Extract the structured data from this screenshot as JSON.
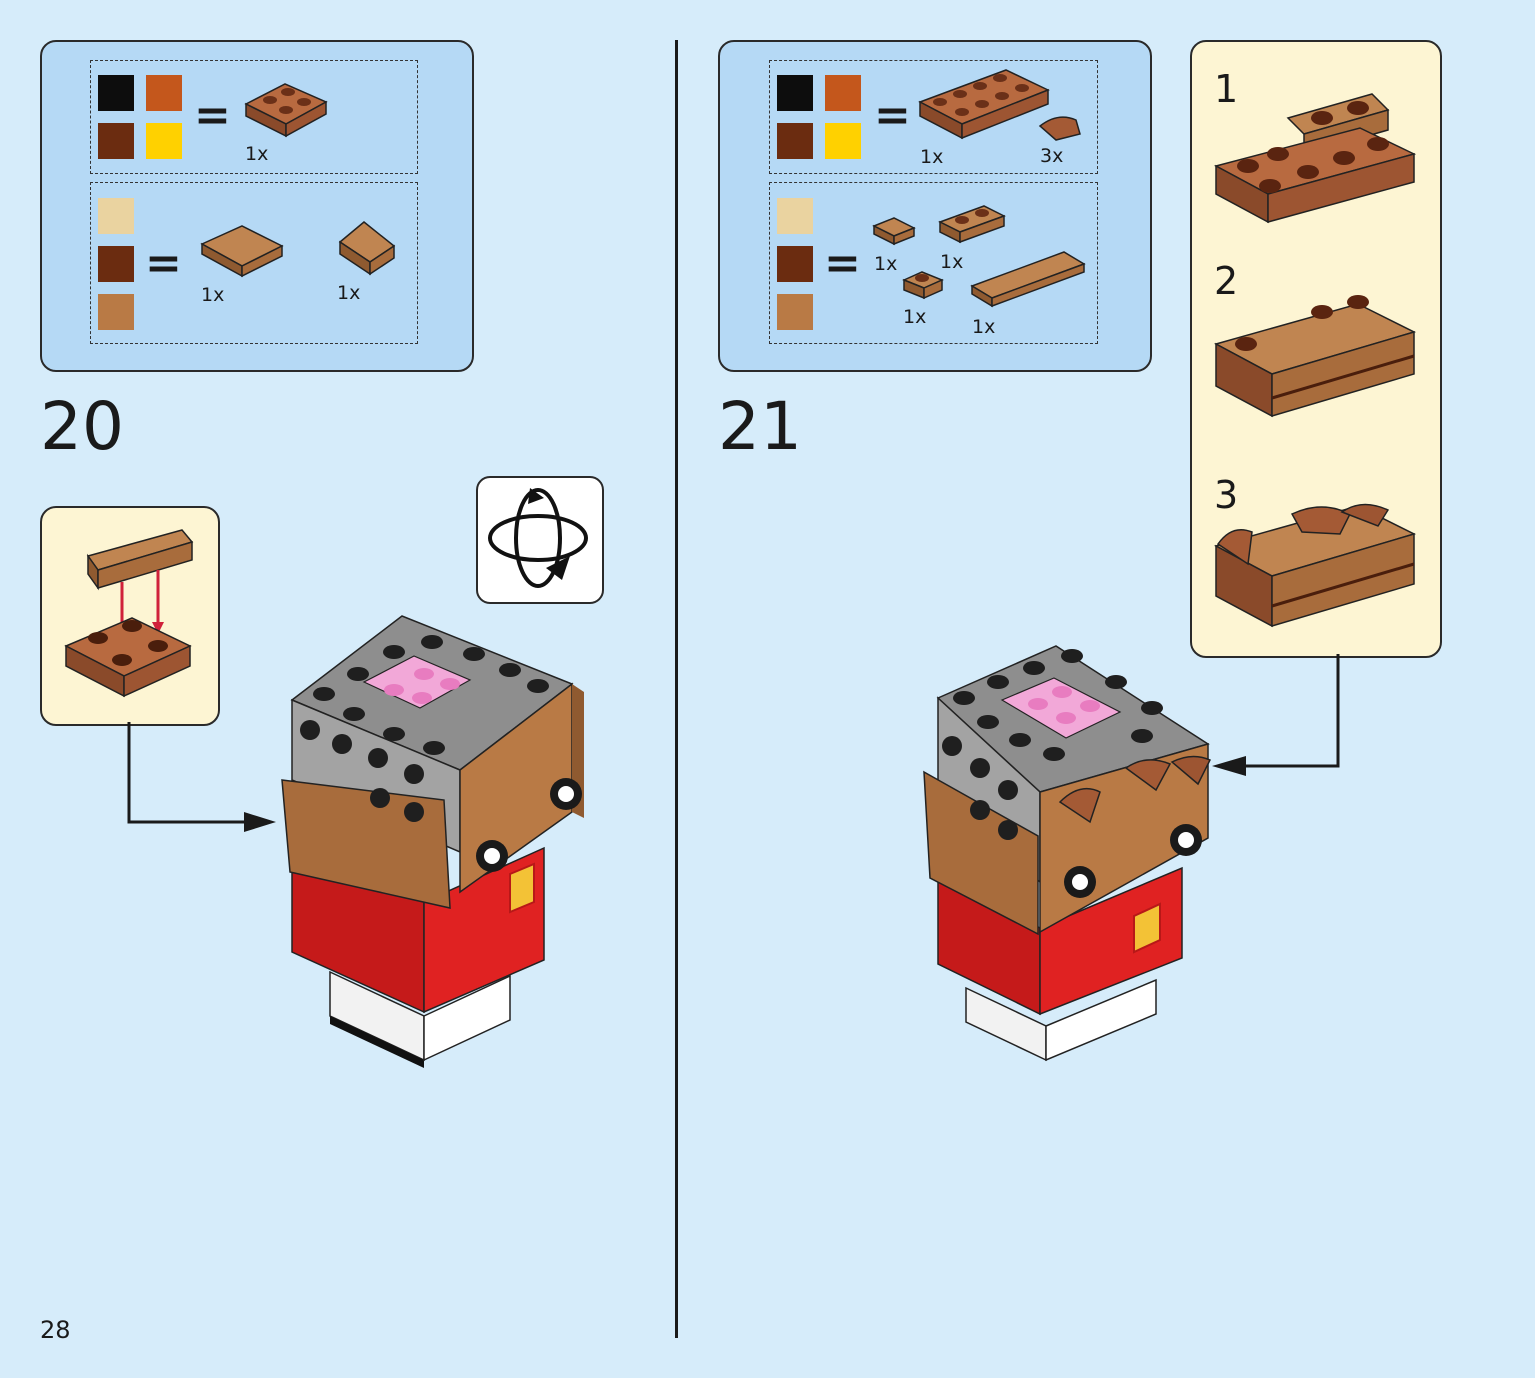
{
  "page_number": "28",
  "colors": {
    "black": "#0d0d0d",
    "orange_brown": "#c4571c",
    "dark_brown": "#6b2c10",
    "yellow": "#ffd100",
    "tan": "#ead3a0",
    "medium_nougat": "#b97a45",
    "reddish_brown_plate": "#a45a35",
    "jersey_red": "#d61818",
    "stud_gray": "#9a9a9a",
    "stud_pink": "#f2a8d8"
  },
  "step20": {
    "number": "20",
    "row1": {
      "qty": "1x"
    },
    "row2": {
      "qty_a": "1x",
      "qty_b": "1x"
    },
    "rotate_icon": "rotate-model-icon"
  },
  "step21": {
    "number": "21",
    "row1": {
      "qty_a": "1x",
      "qty_b": "3x"
    },
    "row2": {
      "qty_a": "1x",
      "qty_b": "1x",
      "qty_c": "1x",
      "qty_d": "1x"
    },
    "substeps": [
      "1",
      "2",
      "3"
    ]
  }
}
